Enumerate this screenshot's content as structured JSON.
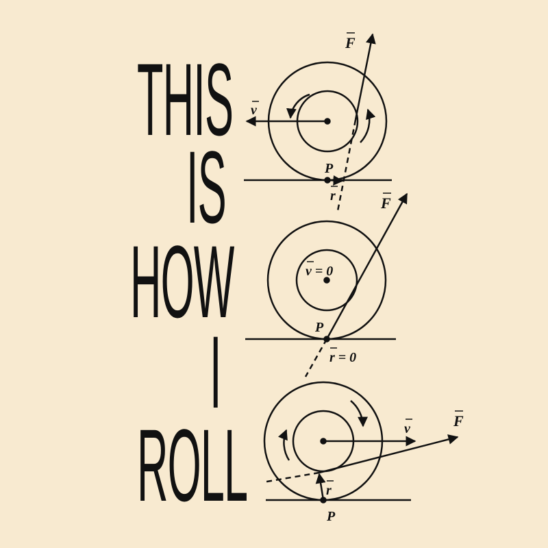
{
  "title": {
    "line1": "THIS",
    "line2": "IS",
    "line3": "HOW",
    "line4": "I",
    "line5": "ROLL"
  },
  "diagrams": {
    "top": {
      "force": "F",
      "velocity": "v",
      "point": "P",
      "radius": "r"
    },
    "middle": {
      "force": "F",
      "velocity": "v = 0",
      "point": "P",
      "radius": "r = 0"
    },
    "bottom": {
      "force": "F",
      "velocity": "v",
      "point": "P",
      "radius": "r"
    }
  },
  "colors": {
    "background": "#f8ead0",
    "ink": "#111111"
  }
}
